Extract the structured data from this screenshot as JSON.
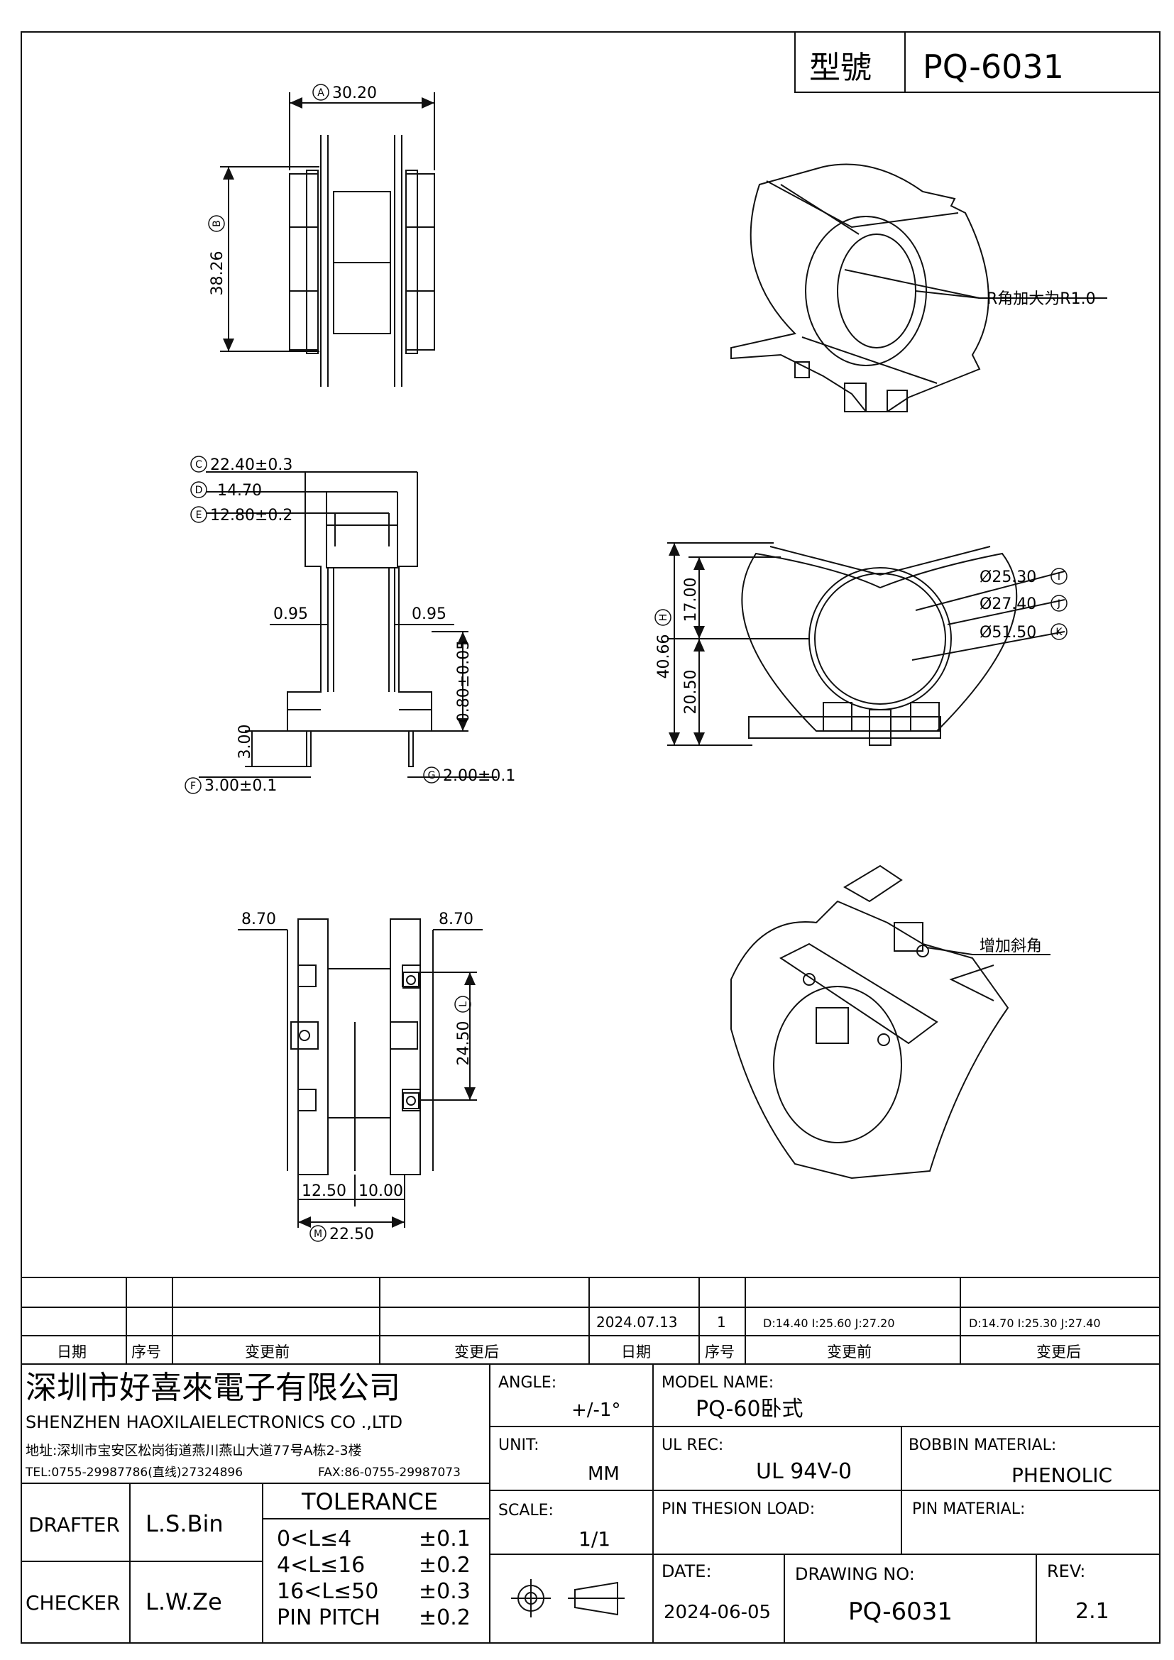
{
  "header": {
    "model_label": "型號",
    "model_value": "PQ-6031"
  },
  "callouts": {
    "r_corner": "R角加大为R1.0",
    "chamfer": "增加斜角"
  },
  "dims": {
    "A": "30.20",
    "B": "38.26",
    "C": "22.40±0.3",
    "D": "14.70",
    "E": "12.80±0.2",
    "F": "3.00±0.1",
    "G": "2.00±0.1",
    "wall_l": "0.95",
    "wall_r": "0.95",
    "thick": "0.80±0.05",
    "pin_h": "3.00",
    "H_total": "40.66",
    "H_upper": "17.00",
    "H_lower": "20.50",
    "I": "Ø25.30",
    "J": "Ø27.40",
    "K": "Ø51.50",
    "side_l": "8.70",
    "side_r": "8.70",
    "L": "24.50",
    "b1": "12.50",
    "b2": "10.00",
    "M": "22.50",
    "letters": {
      "A": "A",
      "B": "B",
      "C": "C",
      "D": "D",
      "E": "E",
      "F": "F",
      "G": "G",
      "H": "H",
      "I": "I",
      "J": "J",
      "K": "K",
      "L": "L",
      "M": "M"
    }
  },
  "revision": {
    "date": "2024.07.13",
    "seq": "1",
    "before": "D:14.40 I:25.60 J:27.20",
    "after": "D:14.70 I:25.30 J:27.40",
    "headers": [
      "日期",
      "序号",
      "变更前",
      "变更后",
      "日期",
      "序号",
      "变更前",
      "变更后"
    ]
  },
  "company": {
    "name_cn": "深圳市好喜來電子有限公司",
    "name_en": "SHENZHEN HAOXILAIELECTRONICS CO .,LTD",
    "address": "地址:深圳市宝安区松岗街道燕川燕山大道77号A栋2-3楼",
    "tel": "TEL:0755-29987786(直线)27324896",
    "fax": "FAX:86-0755-29987073"
  },
  "title_block": {
    "angle_label": "ANGLE:",
    "angle_value": "+/-1°",
    "model_name_label": "MODEL NAME:",
    "model_name_value": "PQ-60卧式",
    "unit_label": "UNIT:",
    "unit_value": "MM",
    "ul_rec_label": "UL REC:",
    "ul_rec_value": "UL 94V-0",
    "bobbin_label": "BOBBIN MATERIAL:",
    "bobbin_value": "PHENOLIC",
    "scale_label": "SCALE:",
    "scale_value": "1/1",
    "pin_load_label": "PIN THESION LOAD:",
    "pin_material_label": "PIN MATERIAL:",
    "date_label": "DATE:",
    "date_value": "2024-06-05",
    "drawing_no_label": "DRAWING NO:",
    "drawing_no_value": "PQ-6031",
    "rev_label": "REV:",
    "rev_value": "2.1",
    "drafter_label": "DRAFTER",
    "drafter_value": "L.S.Bin",
    "checker_label": "CHECKER",
    "checker_value": "L.W.Ze",
    "tolerance_label": "TOLERANCE",
    "tolerance_rows": [
      {
        "range": "0<L≤4",
        "value": "±0.1"
      },
      {
        "range": "4<L≤16",
        "value": "±0.2"
      },
      {
        "range": "16<L≤50",
        "value": "±0.3"
      },
      {
        "range": "PIN PITCH",
        "value": "±0.2"
      }
    ]
  }
}
